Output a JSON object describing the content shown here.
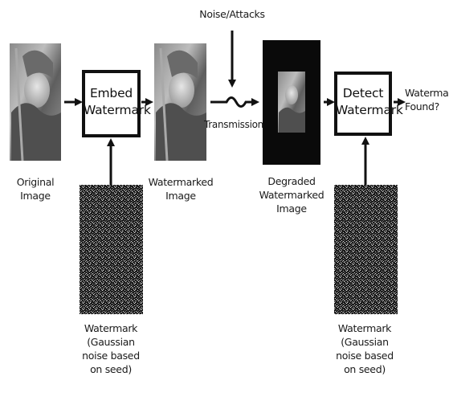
{
  "nodes": {
    "original_image": {
      "label_line1": "Original",
      "label_line2": "Image"
    },
    "embed": {
      "line1": "Embed",
      "line2": "Watermark"
    },
    "watermarked": {
      "label_line1": "Watermarked",
      "label_line2": "Image"
    },
    "degraded": {
      "label_line1": "Degraded",
      "label_line2": "Watermarked",
      "label_line3": "Image"
    },
    "detect": {
      "line1": "Detect",
      "line2": "Watermark"
    },
    "result": {
      "line1": "Watermark",
      "line2": "Found?"
    },
    "noise_left": {
      "line1": "Watermark",
      "line2": "(Gaussian",
      "line3": "noise based",
      "line4": "on seed)"
    },
    "noise_right": {
      "line1": "Watermark",
      "line2": "(Gaussian",
      "line3": "noise based",
      "line4": "on seed)"
    }
  },
  "edges": {
    "attacks_label": "Noise/Attacks",
    "channel_label": "Transmission"
  },
  "colors": {
    "stroke": "#111111",
    "degraded_bg": "#0a0a0a"
  }
}
